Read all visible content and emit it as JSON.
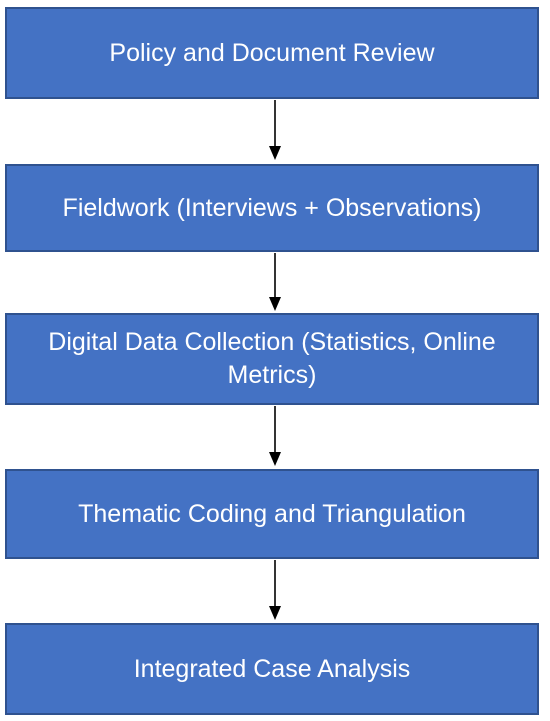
{
  "steps": [
    {
      "label": "Policy and Document Review"
    },
    {
      "label": "Fieldwork (Interviews + Observations)"
    },
    {
      "label": "Digital Data Collection (Statistics, Online Metrics)"
    },
    {
      "label": "Thematic Coding and Triangulation"
    },
    {
      "label": "Integrated Case Analysis"
    }
  ],
  "colors": {
    "box_fill": "#4472c4",
    "box_border": "#2f528f",
    "box_text": "#ffffff",
    "arrow": "#000000"
  }
}
